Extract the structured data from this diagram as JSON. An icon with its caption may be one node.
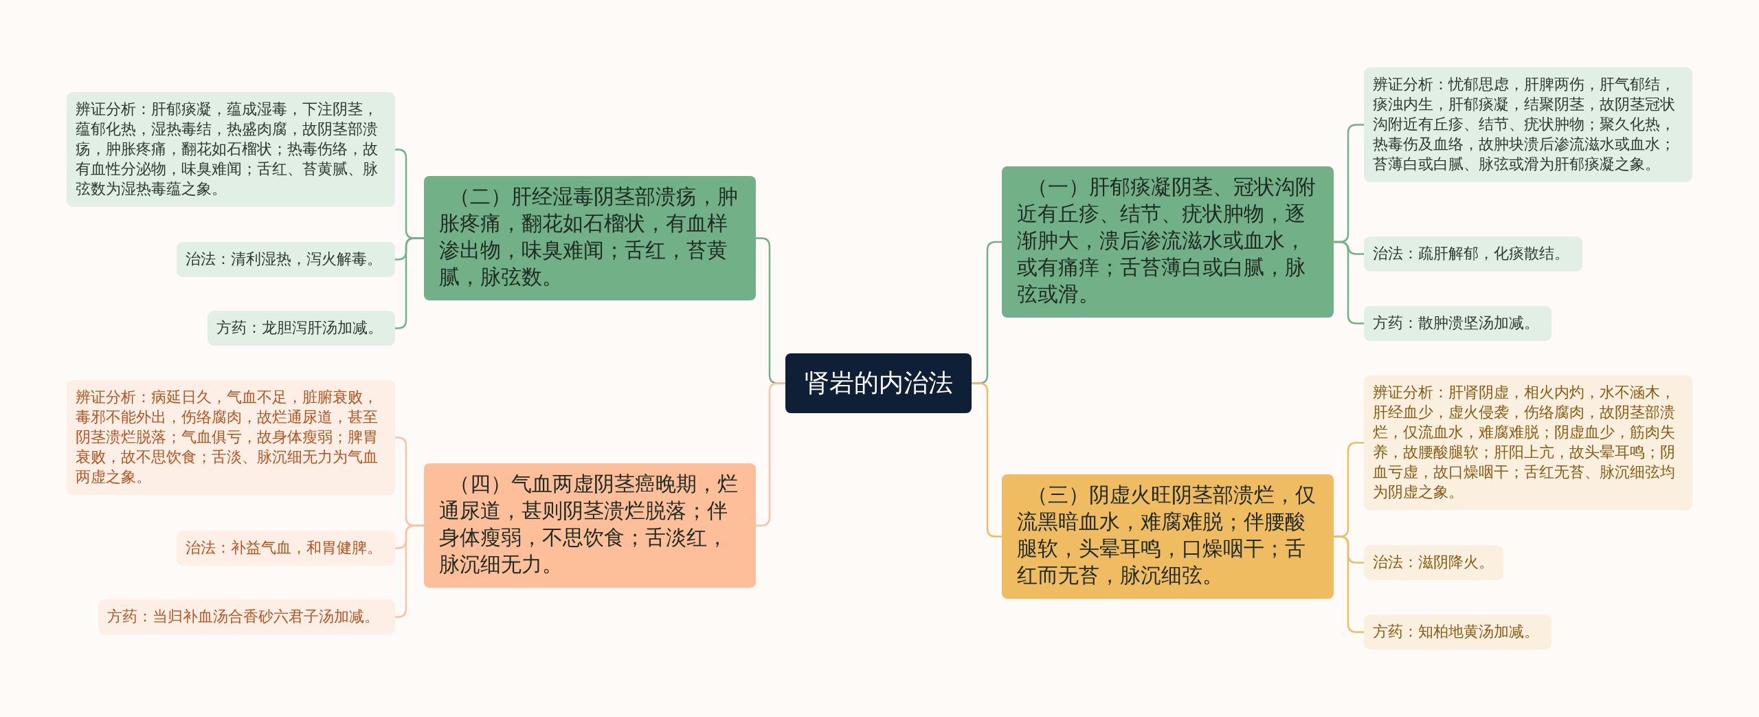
{
  "diagram": {
    "nodes": [
      {
        "text": [
          "肾岩的内治法"
        ]
      },
      {
        "text": [
          "（一）肝郁痰凝阴茎、冠状沟附近有丘疹、结节、疣状肿物，逐渐肿大，溃后渗流滋水或血水，或有痛痒；舌苔薄白或白腻，脉弦或滑。"
        ]
      },
      {
        "text": [
          "辨证分析：忧郁思虑，肝脾两伤，肝气郁结，痰浊内生，肝郁痰凝，结聚阴茎，故阴茎冠状沟附近有丘疹、结节、疣状肿物；聚久化热，热毒伤及血络，故肿块溃后渗流滋水或血水；苔薄白或白腻、脉弦或滑为肝郁痰凝之象。"
        ]
      },
      {
        "text": [
          "治法：疏肝解郁，化痰散结。"
        ]
      },
      {
        "text": [
          "方药：散肿溃坚汤加减。"
        ]
      },
      {
        "text": [
          "（二）肝经湿毒阴茎部溃疡，肿胀疼痛，翻花如石榴状，有血样渗出物，味臭难闻；舌红，苔黄腻，脉弦数。"
        ]
      },
      {
        "text": [
          "辨证分析：肝郁痰凝，蕴成湿毒，下注阴茎，蕴郁化热，湿热毒结，热盛肉腐，故阴茎部溃疡，肿胀疼痛，翻花如石榴状；热毒伤络，故有血性分泌物，味臭难闻；舌红、苔黄腻、脉弦数为湿热毒蕴之象。"
        ]
      },
      {
        "text": [
          "治法：清利湿热，泻火解毒。"
        ]
      },
      {
        "text": [
          "方药：龙胆泻肝汤加减。"
        ]
      },
      {
        "text": [
          "（三）阴虚火旺阴茎部溃烂，仅流黑暗血水，难腐难脱；伴腰酸腿软，头晕耳鸣，口燥咽干；舌红而无苔，脉沉细弦。"
        ]
      },
      {
        "text": [
          "辨证分析：肝肾阴虚，相火内灼，水不涵木，肝经血少，虚火侵袭，伤络腐肉，故阴茎部溃烂，仅流血水，难腐难脱；阴虚血少，筋肉失养，故腰酸腿软；肝阳上亢，故头晕耳鸣；阴血亏虚，故口燥咽干；舌红无苔、脉沉细弦均为阴虚之象。"
        ]
      },
      {
        "text": [
          "治法：滋阴降火。"
        ]
      },
      {
        "text": [
          "方药：知柏地黄汤加减。"
        ]
      },
      {
        "text": [
          "（四）气血两虚阴茎癌晚期，烂通尿道，甚则阴茎溃烂脱落；伴身体瘦弱，不思饮食；舌淡红，脉沉细无力。"
        ]
      },
      {
        "text": [
          "辨证分析：病延日久，气血不足，脏腑衰败，毒邪不能外出，伤络腐肉，故烂通尿道，甚至阴茎溃烂脱落；气血俱亏，故身体瘦弱；脾胃衰败，故不思饮食；舌淡、脉沉细无力为气血两虚之象。"
        ]
      },
      {
        "text": [
          "治法：补益气血，和胃健脾。"
        ]
      },
      {
        "text": [
          "方药：当归补血汤合香砂六君子汤加减。"
        ]
      }
    ],
    "edges": [
      {
        "from": 0,
        "to": 1,
        "arrow": "none",
        "color": "#72b087"
      },
      {
        "from": 1,
        "to": 2,
        "arrow": "none",
        "color": "#72b087"
      },
      {
        "from": 1,
        "to": 3,
        "arrow": "none",
        "color": "#72b087"
      },
      {
        "from": 1,
        "to": 4,
        "arrow": "none",
        "color": "#72b087"
      },
      {
        "from": 0,
        "to": 5,
        "arrow": "none",
        "color": "#72b087"
      },
      {
        "from": 5,
        "to": 6,
        "arrow": "none",
        "color": "#72b087"
      },
      {
        "from": 5,
        "to": 7,
        "arrow": "none",
        "color": "#72b087"
      },
      {
        "from": 5,
        "to": 8,
        "arrow": "none",
        "color": "#72b087"
      },
      {
        "from": 0,
        "to": 9,
        "arrow": "none",
        "color": "#f0bc62"
      },
      {
        "from": 9,
        "to": 10,
        "arrow": "none",
        "color": "#f0bc62"
      },
      {
        "from": 9,
        "to": 11,
        "arrow": "none",
        "color": "#f0bc62"
      },
      {
        "from": 9,
        "to": 12,
        "arrow": "none",
        "color": "#f0bc62"
      },
      {
        "from": 0,
        "to": 13,
        "arrow": "none",
        "color": "#fbc2a0"
      },
      {
        "from": 13,
        "to": 14,
        "arrow": "none",
        "color": "#fbc2a0"
      },
      {
        "from": 13,
        "to": 15,
        "arrow": "none",
        "color": "#fbc2a0"
      },
      {
        "from": 13,
        "to": 16,
        "arrow": "none",
        "color": "#fbc2a0"
      }
    ]
  }
}
